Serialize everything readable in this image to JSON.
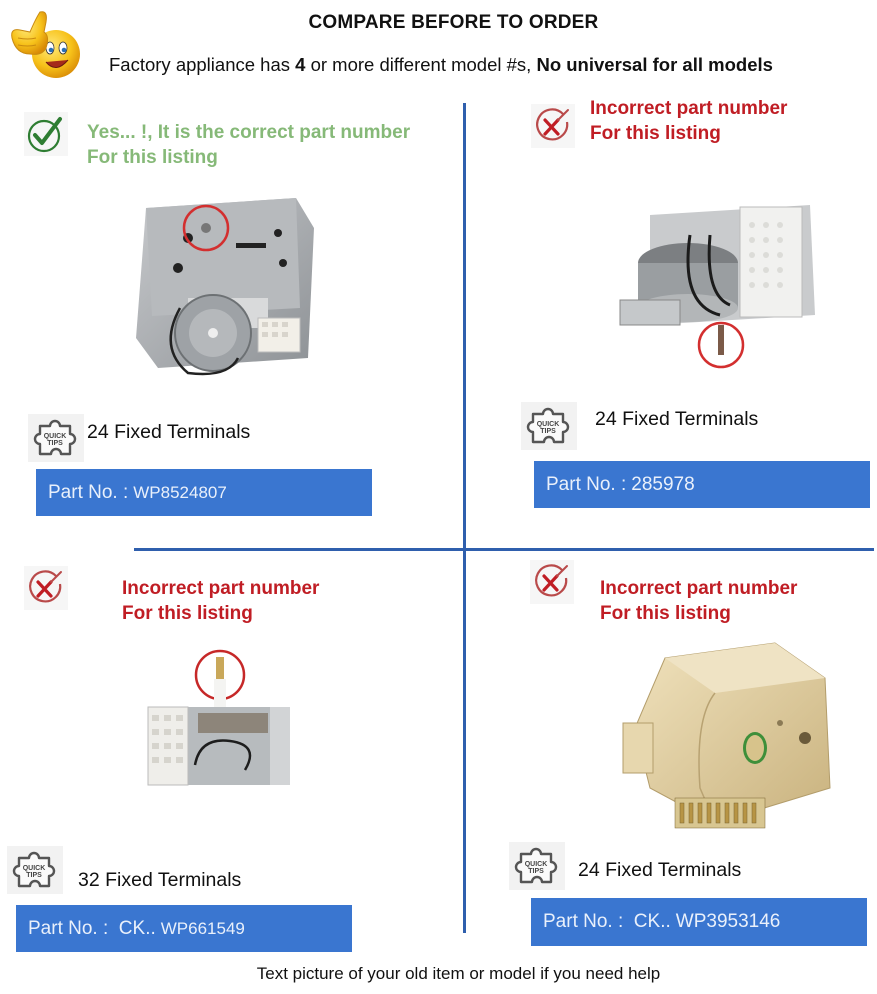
{
  "header": {
    "title": "COMPARE BEFORE TO ORDER",
    "subtitle_prefix": "Factory appliance has ",
    "subtitle_bold_number": "4",
    "subtitle_middle": " or more different model #s, ",
    "subtitle_bold_end": "No universal for all models",
    "icon": "thumbs-up-emoji-icon"
  },
  "quadrants": [
    {
      "position": "top-left",
      "status": "correct",
      "status_icon": "check-circle-icon",
      "status_line1": "Yes... !, It is the correct part number",
      "status_line2": "For this listing",
      "tips_icon": "quick-tips-puzzle-icon",
      "tips_icon_text": "QUICK TIPS",
      "terminals": "24 Fixed Terminals",
      "part_label": "Part No. :",
      "part_number": "WP8524807",
      "color": "#86b978"
    },
    {
      "position": "top-right",
      "status": "incorrect",
      "status_icon": "x-circle-icon",
      "status_line1": "Incorrect part number",
      "status_line2": "For this listing",
      "tips_icon": "quick-tips-puzzle-icon",
      "tips_icon_text": "QUICK TIPS",
      "terminals": "24 Fixed Terminals",
      "part_label": "Part No. :",
      "part_number": "285978",
      "color": "#c01d24"
    },
    {
      "position": "bottom-left",
      "status": "incorrect",
      "status_icon": "x-circle-icon",
      "status_line1": "Incorrect part number",
      "status_line2": "For this listing",
      "tips_icon": "quick-tips-puzzle-icon",
      "tips_icon_text": "QUICK TIPS",
      "terminals": "32 Fixed Terminals",
      "part_label": "Part No. :  CK..",
      "part_number": "WP661549",
      "color": "#c01d24"
    },
    {
      "position": "bottom-right",
      "status": "incorrect",
      "status_icon": "x-circle-icon",
      "status_line1": "Incorrect part number",
      "status_line2": "For this listing",
      "tips_icon": "quick-tips-puzzle-icon",
      "tips_icon_text": "QUICK TIPS",
      "terminals": "24 Fixed Terminals",
      "part_label": "Part No. :  CK..",
      "part_number": "WP3953146",
      "color": "#c01d24"
    }
  ],
  "footer": {
    "text": "Text picture of your old item or model if you need help"
  },
  "colors": {
    "divider": "#2f5fad",
    "part_box": "#3a76d0",
    "correct": "#86b978",
    "incorrect": "#c01d24"
  }
}
